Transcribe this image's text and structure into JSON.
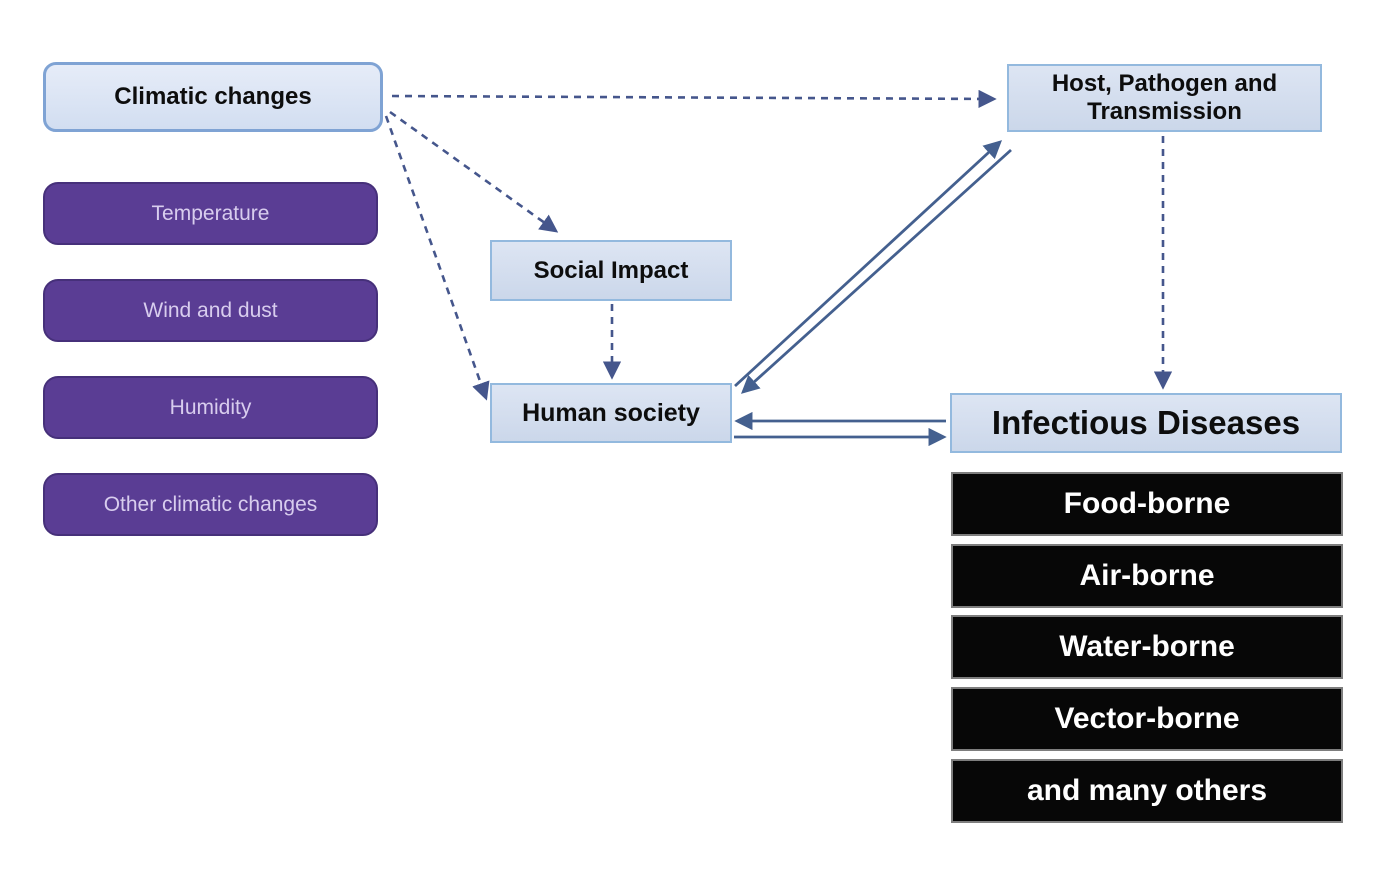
{
  "nodes": {
    "climatic_changes": {
      "label": "Climatic changes"
    },
    "social_impact": {
      "label": "Social Impact"
    },
    "human_society": {
      "label": "Human society"
    },
    "host_pathogen": {
      "label": "Host, Pathogen and Transmission"
    },
    "infectious_diseases": {
      "label": "Infectious Diseases"
    }
  },
  "climate_factors": [
    {
      "label": "Temperature"
    },
    {
      "label": "Wind and dust"
    },
    {
      "label": "Humidity"
    },
    {
      "label": "Other climatic changes"
    }
  ],
  "disease_types": [
    {
      "label": "Food-borne"
    },
    {
      "label": "Air-borne"
    },
    {
      "label": "Water-borne"
    },
    {
      "label": "Vector-borne"
    },
    {
      "label": "and many others"
    }
  ],
  "edges": [
    {
      "from": "climatic_changes",
      "to": "host_pathogen",
      "style": "dashed"
    },
    {
      "from": "climatic_changes",
      "to": "social_impact",
      "style": "dashed"
    },
    {
      "from": "climatic_changes",
      "to": "human_society",
      "style": "dashed"
    },
    {
      "from": "social_impact",
      "to": "human_society",
      "style": "dashed"
    },
    {
      "from": "host_pathogen",
      "to": "infectious_diseases",
      "style": "dashed"
    },
    {
      "from": "human_society",
      "to": "host_pathogen",
      "style": "solid"
    },
    {
      "from": "host_pathogen",
      "to": "human_society",
      "style": "solid"
    },
    {
      "from": "infectious_diseases",
      "to": "human_society",
      "style": "solid"
    },
    {
      "from": "human_society",
      "to": "infectious_diseases",
      "style": "solid"
    }
  ],
  "colors": {
    "node_fill": "#cfdaec",
    "node_border": "#93b9de",
    "climatic_border": "#7fa3d4",
    "factor_fill": "#5a3d94",
    "factor_text": "#d8cdee",
    "disease_fill": "#070707",
    "disease_text": "#ffffff",
    "arrow_solid": "#44608f",
    "arrow_dashed": "#45568c",
    "background": "#ffffff"
  }
}
